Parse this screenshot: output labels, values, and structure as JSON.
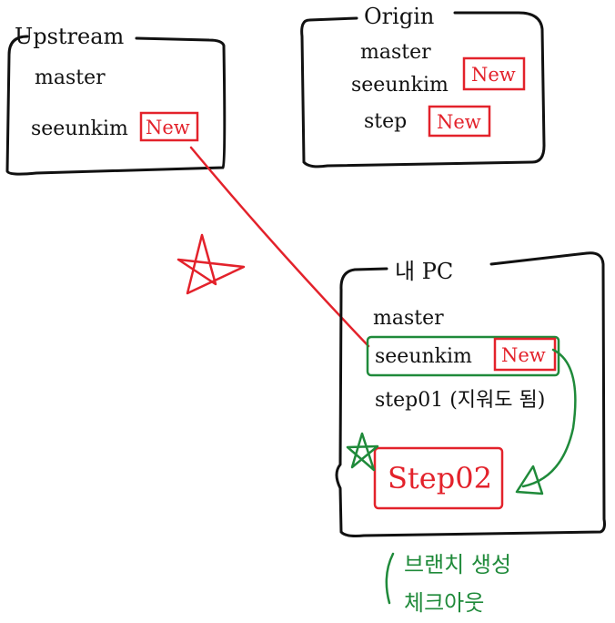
{
  "boxes": {
    "upstream": {
      "title": "Upstream",
      "branches": [
        "master",
        "seeunkim"
      ],
      "badge": "New"
    },
    "origin": {
      "title": "Origin",
      "branches": [
        "master",
        "seeunkim",
        "step"
      ],
      "badge": "New"
    },
    "my_pc": {
      "title": "내 PC",
      "branches": [
        "master",
        "seeunkim",
        "step01 (지워도 됨)"
      ],
      "badge": "New"
    }
  },
  "new_branch": "Step02",
  "note": {
    "line1": "브랜치 생성",
    "line2": "체크아웃"
  },
  "colors": {
    "ink": "#111111",
    "red": "#e3222b",
    "green": "#1f8a3a"
  }
}
